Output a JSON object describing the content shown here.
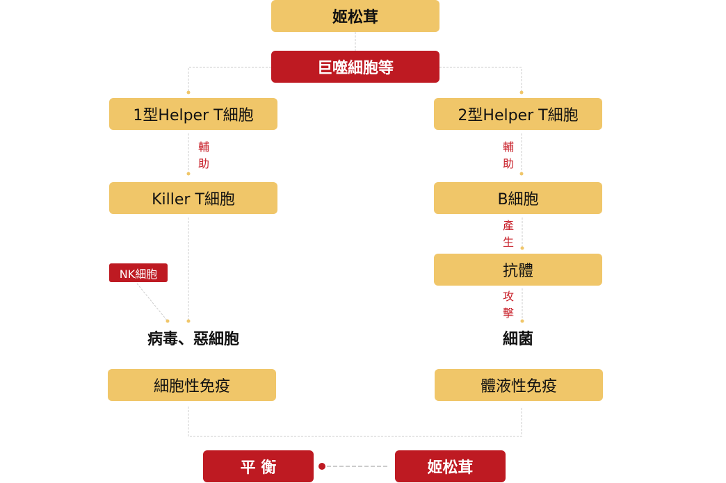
{
  "colors": {
    "yellow": "#F0C669",
    "red": "#BE1A22",
    "label_red": "#C8202A",
    "line": "#cccccc",
    "dot": "#F0C669"
  },
  "nodes": {
    "top": "姬松茸",
    "macrophage": "巨噬細胞等",
    "th1": "1型Helper T細胞",
    "th2": "2型Helper T細胞",
    "killer": "Killer T細胞",
    "bcell": "B細胞",
    "antibody": "抗體",
    "nk": "NK細胞",
    "virus": "病毒、惡細胞",
    "bacteria": "細菌",
    "cellular": "細胞性免疫",
    "humoral": "體液性免疫",
    "balance": "平 衡",
    "bottom": "姬松茸"
  },
  "labels": {
    "assist_left": [
      "輔",
      "助"
    ],
    "assist_right": [
      "輔",
      "助"
    ],
    "produce": [
      "產",
      "生"
    ],
    "attack": [
      "攻",
      "擊"
    ]
  }
}
